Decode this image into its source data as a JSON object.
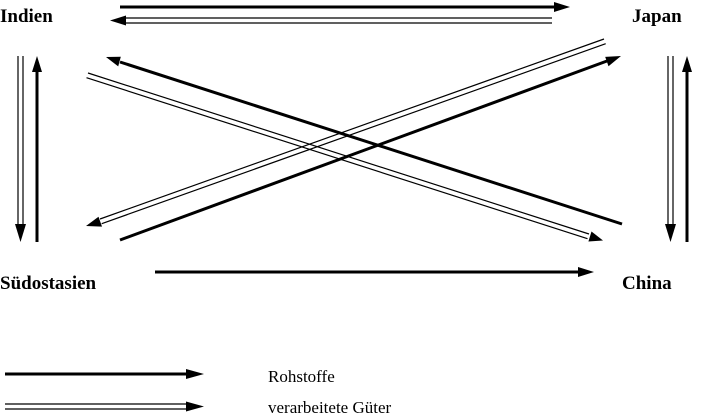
{
  "nodes": {
    "indien": "Indien",
    "japan": "Japan",
    "suedostasien": "Südostasien",
    "china": "China"
  },
  "legend": {
    "raw": "Rohstoffe",
    "processed": "verarbeitete Güter"
  },
  "colors": {
    "stroke": "#000000",
    "background": "#ffffff"
  }
}
